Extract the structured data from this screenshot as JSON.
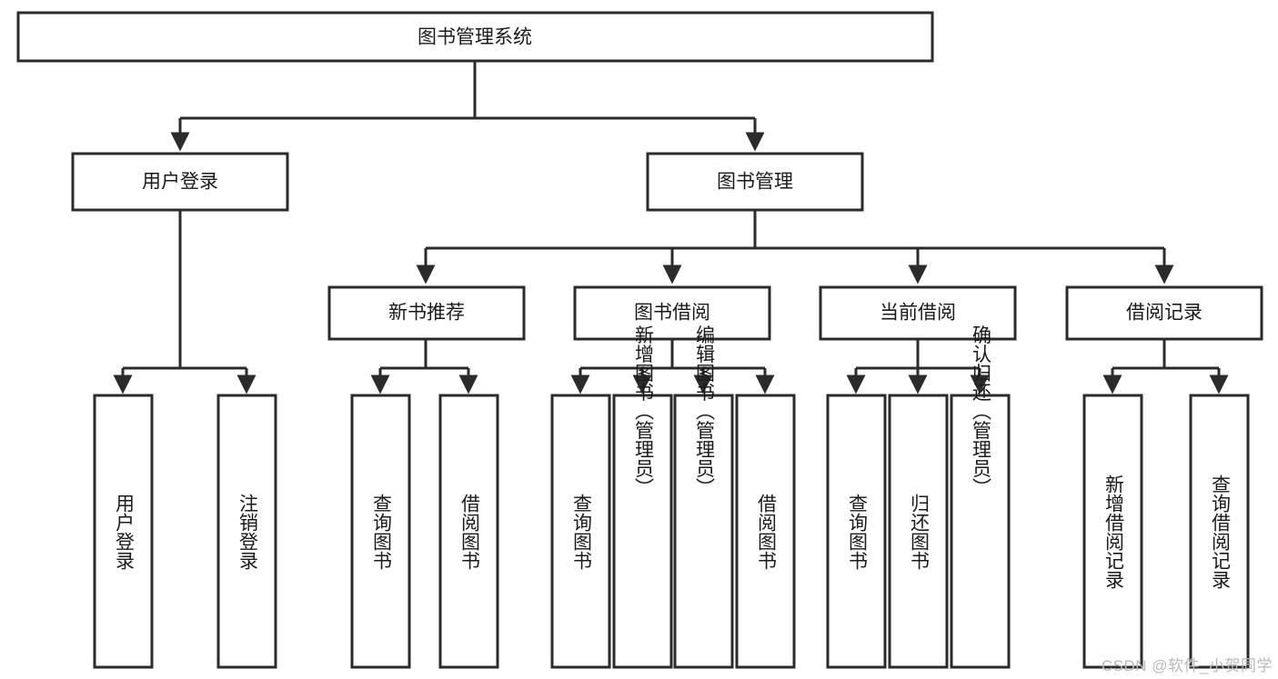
{
  "diagram": {
    "type": "tree",
    "title": "图书管理系统",
    "orientation": "top-down",
    "colors": {
      "box_stroke": "#2b2b2b",
      "box_fill": "#ffffff",
      "text": "#1a1a1a",
      "edge": "#2b2b2b",
      "watermark": "#b9b9b9"
    },
    "levels": [
      {
        "level": 1,
        "nodes": [
          {
            "id": "root",
            "label": "图书管理系统",
            "orientation": "horizontal"
          }
        ]
      },
      {
        "level": 2,
        "nodes": [
          {
            "id": "login",
            "label": "用户登录",
            "orientation": "horizontal",
            "parent": "root"
          },
          {
            "id": "bookmgmt",
            "label": "图书管理",
            "orientation": "horizontal",
            "parent": "root"
          }
        ]
      },
      {
        "level": 3,
        "nodes": [
          {
            "id": "newbook",
            "label": "新书推荐",
            "orientation": "horizontal",
            "parent": "bookmgmt"
          },
          {
            "id": "borrow",
            "label": "图书借阅",
            "orientation": "horizontal",
            "parent": "bookmgmt"
          },
          {
            "id": "current",
            "label": "当前借阅",
            "orientation": "horizontal",
            "parent": "bookmgmt"
          },
          {
            "id": "records",
            "label": "借阅记录",
            "orientation": "horizontal",
            "parent": "bookmgmt"
          }
        ]
      },
      {
        "level": 4,
        "nodes": [
          {
            "id": "leaf1",
            "label": "用户登录",
            "orientation": "vertical",
            "parent": "login"
          },
          {
            "id": "leaf2",
            "label": "注销登录",
            "orientation": "vertical",
            "parent": "login"
          },
          {
            "id": "leaf3",
            "label": "查询图书",
            "orientation": "vertical",
            "parent": "newbook"
          },
          {
            "id": "leaf4",
            "label": "借阅图书",
            "orientation": "vertical",
            "parent": "newbook"
          },
          {
            "id": "leaf5",
            "label": "查询图书",
            "orientation": "vertical",
            "parent": "borrow"
          },
          {
            "id": "leaf6",
            "label": "新增图书（管理员）",
            "orientation": "vertical",
            "parent": "borrow"
          },
          {
            "id": "leaf7",
            "label": "编辑图书（管理员）",
            "orientation": "vertical",
            "parent": "borrow"
          },
          {
            "id": "leaf8",
            "label": "借阅图书",
            "orientation": "vertical",
            "parent": "borrow"
          },
          {
            "id": "leaf9",
            "label": "查询图书",
            "orientation": "vertical",
            "parent": "current"
          },
          {
            "id": "leaf10",
            "label": "归还图书",
            "orientation": "vertical",
            "parent": "current"
          },
          {
            "id": "leaf11",
            "label": "确认归还（管理员）",
            "orientation": "vertical",
            "parent": "current"
          },
          {
            "id": "leaf12",
            "label": "新增借阅记录",
            "orientation": "vertical",
            "parent": "records"
          },
          {
            "id": "leaf13",
            "label": "查询借阅记录",
            "orientation": "vertical",
            "parent": "records"
          }
        ]
      }
    ]
  },
  "watermark": {
    "text": "CSDN @软件_小贺同学"
  }
}
